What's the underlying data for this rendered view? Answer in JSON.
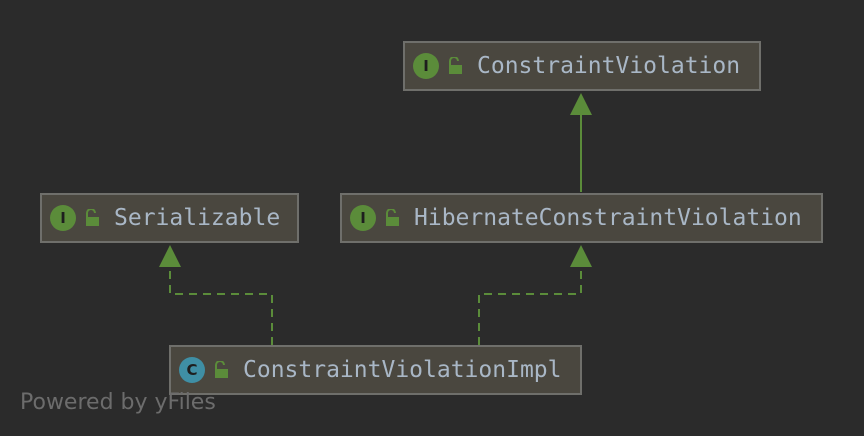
{
  "colors": {
    "background": "#2b2b2b",
    "node_fill": "#4a473f",
    "node_border": "#6f6f6b",
    "edge": "#5b8c3a",
    "interface_badge": "#5b8c3a",
    "class_badge": "#3f8fa5",
    "text": "#a9b7c6"
  },
  "nodes": {
    "constraint_violation": {
      "name": "ConstraintViolation",
      "kind": "interface",
      "badge": "I",
      "icon": "unlocked-icon"
    },
    "serializable": {
      "name": "Serializable",
      "kind": "interface",
      "badge": "I",
      "icon": "unlocked-icon"
    },
    "hibernate_constraint_violation": {
      "name": "HibernateConstraintViolation",
      "kind": "interface",
      "badge": "I",
      "icon": "unlocked-icon"
    },
    "constraint_violation_impl": {
      "name": "ConstraintViolationImpl",
      "kind": "class",
      "badge": "C",
      "icon": "unlocked-icon"
    }
  },
  "edges": [
    {
      "from": "hibernate_constraint_violation",
      "to": "constraint_violation",
      "style": "solid",
      "relation": "extends"
    },
    {
      "from": "constraint_violation_impl",
      "to": "serializable",
      "style": "dashed",
      "relation": "implements"
    },
    {
      "from": "constraint_violation_impl",
      "to": "hibernate_constraint_violation",
      "style": "dashed",
      "relation": "implements"
    }
  ],
  "watermark": "Powered by yFiles"
}
